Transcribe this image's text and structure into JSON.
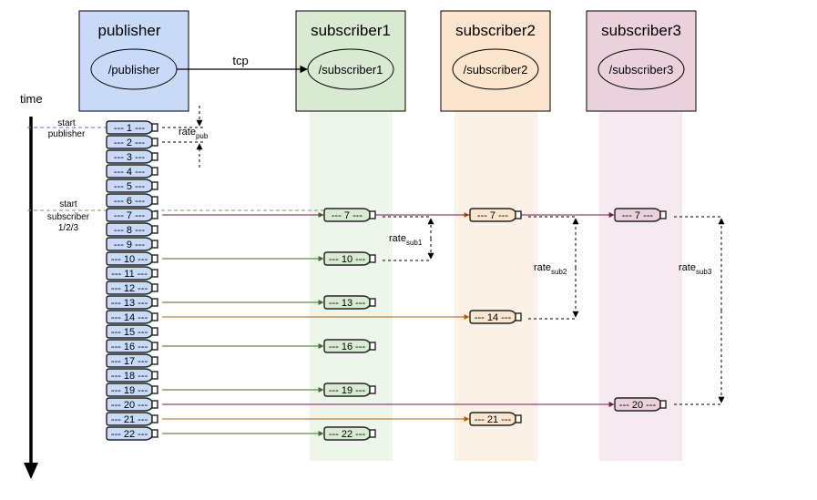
{
  "nodes": {
    "publisher": {
      "title": "publisher",
      "topic": "/publisher",
      "fill": "#c9daf8"
    },
    "subscribers": [
      {
        "title": "subscriber1",
        "topic": "/subscriber1",
        "fill": "#d9ead3",
        "lane": "#eef5eb",
        "msg": "#d9ead3",
        "arrow": "#38761d"
      },
      {
        "title": "subscriber2",
        "topic": "/subscriber2",
        "fill": "#fce5cd",
        "lane": "#fcf1e6",
        "msg": "#fce5cd",
        "arrow": "#b45f06"
      },
      {
        "title": "subscriber3",
        "topic": "/subscriber3",
        "fill": "#ead1dc",
        "lane": "#f6e9ef",
        "msg": "#ead1dc",
        "arrow": "#741b47"
      }
    ]
  },
  "connection_label": "tcp",
  "time_label": "time",
  "events": {
    "start_publisher": [
      "start",
      "publisher"
    ],
    "start_subscribers": [
      "start",
      "subscriber",
      "1/2/3"
    ]
  },
  "rates": {
    "pub": {
      "base": "rate",
      "sub": "pub"
    },
    "sub1": {
      "base": "rate",
      "sub": "sub1"
    },
    "sub2": {
      "base": "rate",
      "sub": "sub2"
    },
    "sub3": {
      "base": "rate",
      "sub": "sub3"
    }
  },
  "messages": {
    "published": [
      1,
      2,
      3,
      4,
      5,
      6,
      7,
      8,
      9,
      10,
      11,
      12,
      13,
      14,
      15,
      16,
      17,
      18,
      19,
      20,
      21,
      22
    ],
    "received": [
      [
        7,
        10,
        13,
        16,
        19,
        22
      ],
      [
        7,
        14,
        21
      ],
      [
        7,
        20
      ]
    ]
  }
}
